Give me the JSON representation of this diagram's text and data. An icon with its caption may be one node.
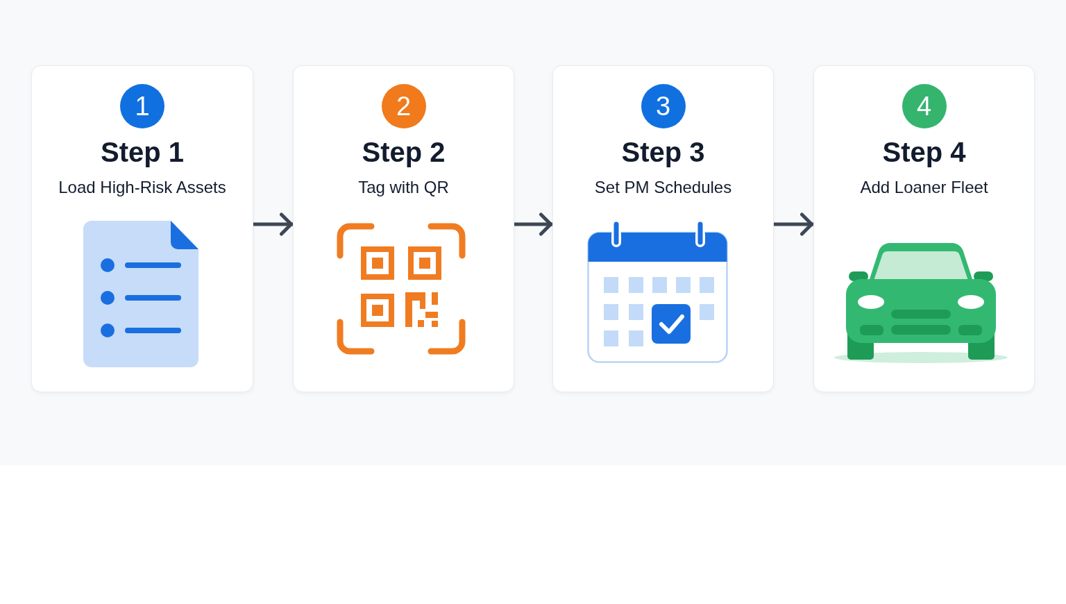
{
  "diagram": {
    "nodes": [
      {
        "text": [
          "Step 1",
          "Load High-Risk Assets"
        ]
      },
      {
        "text": [
          "1"
        ],
        "in": 0
      },
      {
        "text": [
          "Step 2",
          "Tag with QR"
        ]
      },
      {
        "text": [
          "2"
        ],
        "in": 2
      },
      {
        "text": [
          "Step 3",
          "Set PM Schedules"
        ]
      },
      {
        "text": [
          "3"
        ],
        "in": 4
      },
      {
        "text": [
          "Step 4",
          "Add Loaner Fleet"
        ]
      },
      {
        "text": [
          "4"
        ],
        "in": 6
      }
    ],
    "edges": [
      {
        "from": 0,
        "to": 2,
        "arrow": "to"
      },
      {
        "from": 2,
        "to": 4,
        "arrow": "to"
      },
      {
        "from": 4,
        "to": 6,
        "arrow": "to"
      }
    ]
  }
}
